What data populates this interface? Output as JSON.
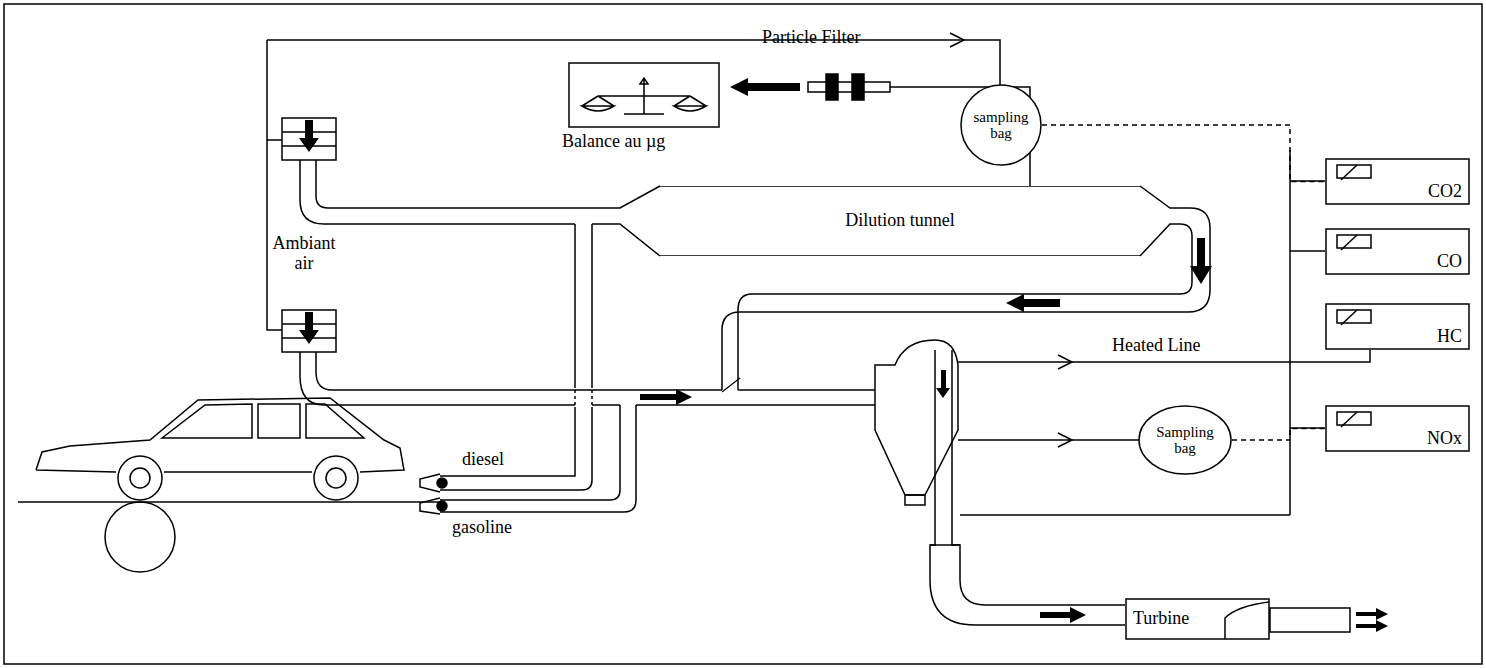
{
  "diagram": {
    "nodes": [
      {
        "text": [
          "sampling bag"
        ]
      },
      {
        "text": [
          "Dilution tunnel"
        ]
      },
      {
        "text": [
          "Balance au µg"
        ]
      },
      {
        "text": [
          "Sampling bag"
        ]
      },
      {
        "text": [
          "CO2"
        ]
      },
      {
        "text": [
          "CO"
        ]
      },
      {
        "text": [
          "HC"
        ]
      },
      {
        "text": [
          "NOx"
        ]
      },
      {
        "text": [
          "Turbine"
        ]
      }
    ],
    "edges": [
      {
        "from": 0,
        "to": 4,
        "arrow": "none"
      },
      {
        "from": 3,
        "to": 7,
        "arrow": "none"
      }
    ],
    "labels": [
      "Particle Filter",
      "Ambiant air",
      "Heated Line",
      "diesel",
      "gasoline"
    ]
  }
}
